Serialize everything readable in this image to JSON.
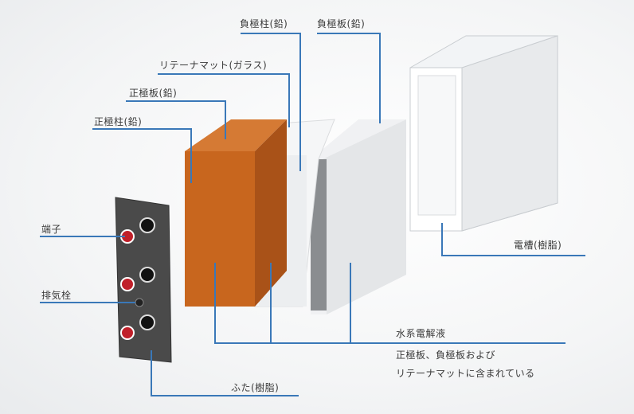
{
  "labels": {
    "negative_pole": "負極柱(鉛)",
    "negative_plate": "負極板(鉛)",
    "retainer_mat": "リテーナマット(ガラス)",
    "positive_plate": "正極板(鉛)",
    "positive_pole": "正極柱(鉛)",
    "terminal": "端子",
    "vent_plug": "排気栓",
    "lid": "ふた(樹脂)",
    "container": "電槽(樹脂)",
    "electrolyte": "水系電解液",
    "electrolyte_note_1": "正極板、負極板および",
    "electrolyte_note_2": "リテーナマットに含まれている"
  },
  "colors": {
    "leader": "#3a78b8",
    "positive_plate": "#c8661e",
    "lid": "#4a4a4a",
    "terminal_red": "#c0202a"
  }
}
